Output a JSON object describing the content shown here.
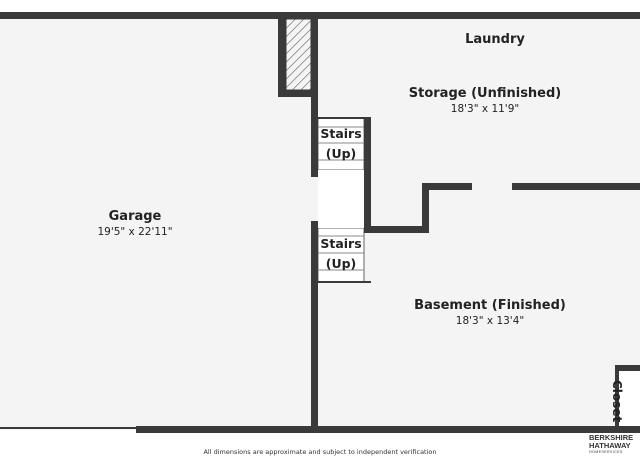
{
  "rooms": {
    "laundry": {
      "name": "Laundry"
    },
    "storage": {
      "name": "Storage (Unfinished)",
      "dims": "18'3\" x 11'9\""
    },
    "garage": {
      "name": "Garage",
      "dims": "19'5\" x 22'11\""
    },
    "basement": {
      "name": "Basement (Finished)",
      "dims": "18'3\" x 13'4\""
    },
    "closet": {
      "name": "Closet"
    }
  },
  "stairs": [
    {
      "line1": "Stairs",
      "line2": "(Up)"
    },
    {
      "line1": "Stairs",
      "line2": "(Up)"
    }
  ],
  "footer": {
    "disclaimer": "All dimensions are approximate and subject to independent verification",
    "brand_line1": "BERKSHIRE",
    "brand_line2": "HATHAWAY",
    "brand_line3": "HOMESERVICES"
  },
  "colors": {
    "wall": "#3a3a3a",
    "floor": "#f4f4f4",
    "hatch": "#555555"
  }
}
